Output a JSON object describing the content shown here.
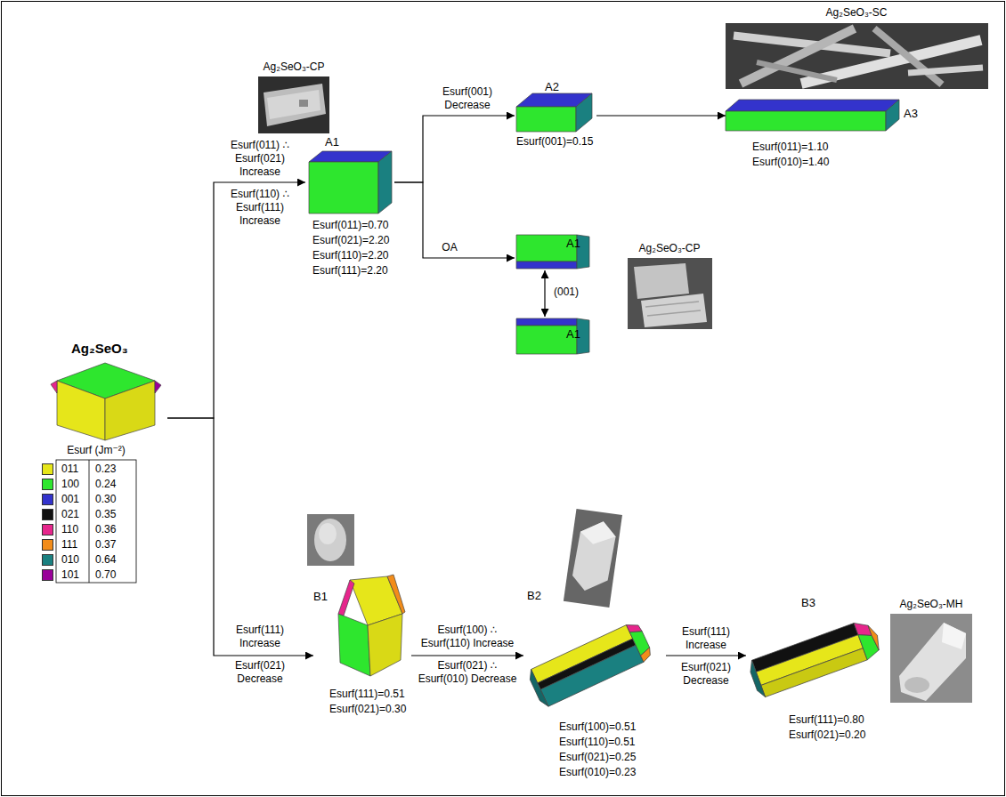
{
  "diagram": {
    "nodes": [
      {
        "text": [
          "Ag₂SeO₃"
        ]
      },
      {
        "text": [
          "A1",
          "Esurf(011)=0.70",
          "Esurf(021)=2.20",
          "Esurf(110)=2.20",
          "Esurf(111)=2.20"
        ]
      },
      {
        "text": [
          "A2",
          "Esurf(001)=0.15"
        ]
      },
      {
        "text": [
          "A3",
          "Esurf(011)=1.10",
          "Esurf(010)=1.40"
        ]
      },
      {
        "text": [
          "A1"
        ]
      },
      {
        "text": [
          "A1"
        ]
      },
      {
        "text": [
          "B1",
          "Esurf(111)=0.51",
          "Esurf(021)=0.30"
        ]
      },
      {
        "text": [
          "B2",
          "Esurf(100)=0.51",
          "Esurf(110)=0.51",
          "Esurf(021)=0.25",
          "Esurf(010)=0.23"
        ]
      },
      {
        "text": [
          "B3",
          "Esurf(111)=0.80",
          "Esurf(021)=0.20"
        ]
      }
    ],
    "edges": [
      {
        "from": 0,
        "to": 1,
        "arrow": "to",
        "label": "Esurf(011) ∴ Esurf(021) Increase"
      },
      {
        "from": 0,
        "to": 6,
        "arrow": "to",
        "label": "Esurf(111) Increase"
      },
      {
        "from": 1,
        "to": 2,
        "arrow": "to",
        "label": "Esurf(001) Decrease"
      },
      {
        "from": 1,
        "to": 4,
        "arrow": "to",
        "label": "OA"
      },
      {
        "from": 4,
        "to": 5,
        "arrow": "both",
        "label": "(001)"
      },
      {
        "from": 2,
        "to": 3,
        "arrow": "to"
      },
      {
        "from": 6,
        "to": 7,
        "arrow": "to",
        "label": "Esurf(100) ∴ Esurf(110) Increase"
      },
      {
        "from": 7,
        "to": 8,
        "arrow": "to",
        "label": "Esurf(111) Increase"
      }
    ],
    "labels": [
      "Ag₂SeO₃-CP",
      "Ag₂SeO₃-SC",
      "Ag₂SeO₃-CP",
      "Ag₂SeO₃-MH",
      "Esurf(110) ∴ Esurf(111) Increase",
      "Esurf(021) Decrease",
      "Esurf(021) ∴ Esurf(010) Decrease",
      "Esurf(021) Decrease",
      "Esurf (Jm⁻²)",
      "0.23",
      "0.24",
      "0.30",
      "0.35",
      "0.36",
      "0.37",
      "0.64",
      "0.70"
    ],
    "legend": [
      {
        "text": "011",
        "color": "#e6e61a"
      },
      {
        "text": "100",
        "color": "#2ee62e"
      },
      {
        "text": "001",
        "color": "#3333cc"
      },
      {
        "text": "021",
        "color": "#111111"
      },
      {
        "text": "110",
        "color": "#e6268c"
      },
      {
        "text": "111",
        "color": "#f28c1a"
      },
      {
        "text": "010",
        "color": "#1a8080"
      },
      {
        "text": "101",
        "color": "#990099"
      }
    ]
  }
}
